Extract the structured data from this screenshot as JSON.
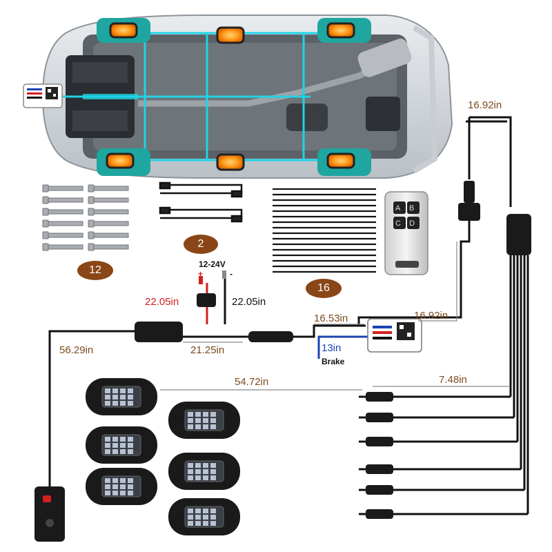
{
  "diagram": {
    "counts": {
      "screws": "12",
      "extension_cables": "2",
      "cable_ties": "16"
    },
    "remote_keys": [
      "A",
      "B",
      "C",
      "D"
    ],
    "power": {
      "voltage": "12-24V",
      "plus": "+",
      "minus": "-"
    },
    "lengths": {
      "positive_wire": "22.05in",
      "negative_wire": "22.05in",
      "switch_cable": "56.29in",
      "power_to_connector": "21.25in",
      "connector_to_controller": "16.53in",
      "controller_to_splitter": "16.92in",
      "splitter_top": "16.92in",
      "brake_wire": "13in",
      "pod_long_cable": "54.72in",
      "pod_short_cable": "7.48in"
    },
    "brake_label": "Brake",
    "colors": {
      "label_brown": "#7a4a1c",
      "positive_red": "#d41e1e",
      "brake_blue": "#1b44b0",
      "badge_brown": "#8a4616",
      "led_amber": "#ff9a1a",
      "wire_cyan": "#1fd4e6",
      "wheel_teal": "#1fa6a0"
    },
    "icons": [
      "car-underbody-icon",
      "led-pod-icon",
      "remote-icon",
      "switch-icon",
      "controller-icon",
      "splitter-icon",
      "fuse-holder-icon",
      "screw-icon",
      "cable-tie-icon",
      "extension-cable-icon"
    ]
  }
}
